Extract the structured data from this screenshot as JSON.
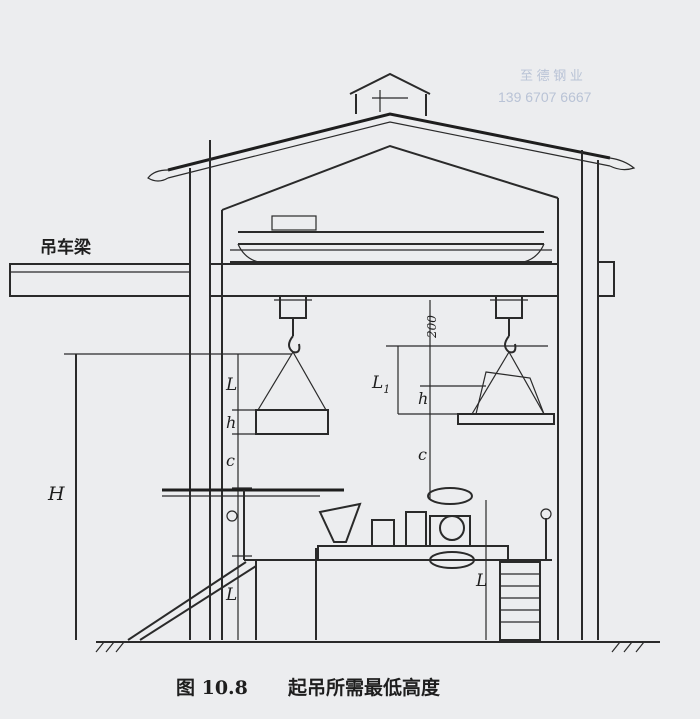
{
  "watermark": {
    "company": "至 德 钢 业",
    "phone": "139 6707 6667",
    "color": "#b9c3d6"
  },
  "labels": {
    "crane_beam": "吊车梁",
    "dim_200": "200",
    "L_left": "L",
    "h_left": "h",
    "c_left": "c",
    "H": "H",
    "L_bottom_left": "L",
    "L1": "L",
    "L1_sub": "1",
    "h_right": "h",
    "c_right": "c",
    "L_bottom_right": "L"
  },
  "caption": {
    "figure_no": "图 10.8",
    "title": "起吊所需最低高度"
  }
}
